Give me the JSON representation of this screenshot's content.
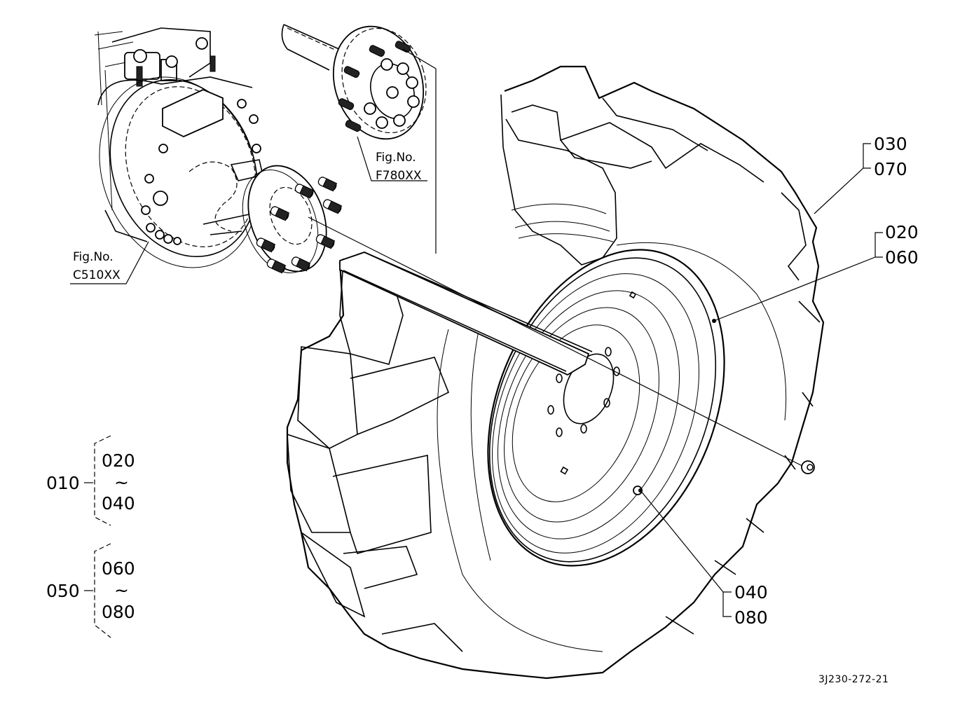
{
  "diagram": {
    "type": "exploded-parts-diagram",
    "subject": "rear wheel assembly",
    "drawing_code": "3J230-272-21",
    "figure_references": [
      {
        "caption": "Fig.No.",
        "number": "C510XX",
        "points_to": "rear axle case"
      },
      {
        "caption": "Fig.No.",
        "number": "F780XX",
        "points_to": "wheel hub / flange"
      }
    ],
    "callouts": [
      {
        "id": "tire-callout",
        "codes": [
          "030",
          "070"
        ],
        "points_to": "tire"
      },
      {
        "id": "rim-callout",
        "codes": [
          "020",
          "060"
        ],
        "points_to": "wheel rim"
      },
      {
        "id": "valve-callout",
        "codes": [
          "040",
          "080"
        ],
        "points_to": "valve"
      }
    ],
    "assembly_groups": [
      {
        "assembly": "010",
        "range_start": "020",
        "range_sep": "~",
        "range_end": "040"
      },
      {
        "assembly": "050",
        "range_start": "060",
        "range_sep": "~",
        "range_end": "080"
      }
    ],
    "line_color": "#000000",
    "background_color": "#ffffff"
  }
}
